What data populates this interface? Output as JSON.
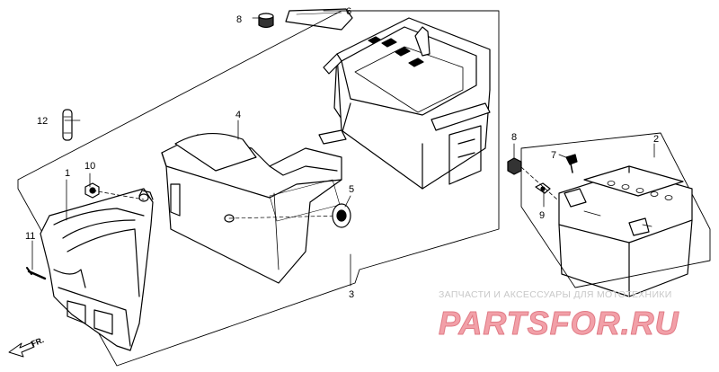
{
  "callouts": [
    {
      "id": "c1",
      "num": "1"
    },
    {
      "id": "c2",
      "num": "2"
    },
    {
      "id": "c3",
      "num": "3"
    },
    {
      "id": "c4",
      "num": "4"
    },
    {
      "id": "c5",
      "num": "5"
    },
    {
      "id": "c6",
      "num": "6"
    },
    {
      "id": "c7",
      "num": "7"
    },
    {
      "id": "c8a",
      "num": "8"
    },
    {
      "id": "c8b",
      "num": "8"
    },
    {
      "id": "c9",
      "num": "9"
    },
    {
      "id": "c10",
      "num": "10"
    },
    {
      "id": "c11",
      "num": "11"
    },
    {
      "id": "c12",
      "num": "12"
    }
  ],
  "direction_label": "FR.",
  "watermark": {
    "caption": "ЗАПЧАСТИ И АКСЕССУАРЫ ДЛЯ МОТОТЕХНИКИ",
    "logo": "PARTSFOR.RU"
  }
}
